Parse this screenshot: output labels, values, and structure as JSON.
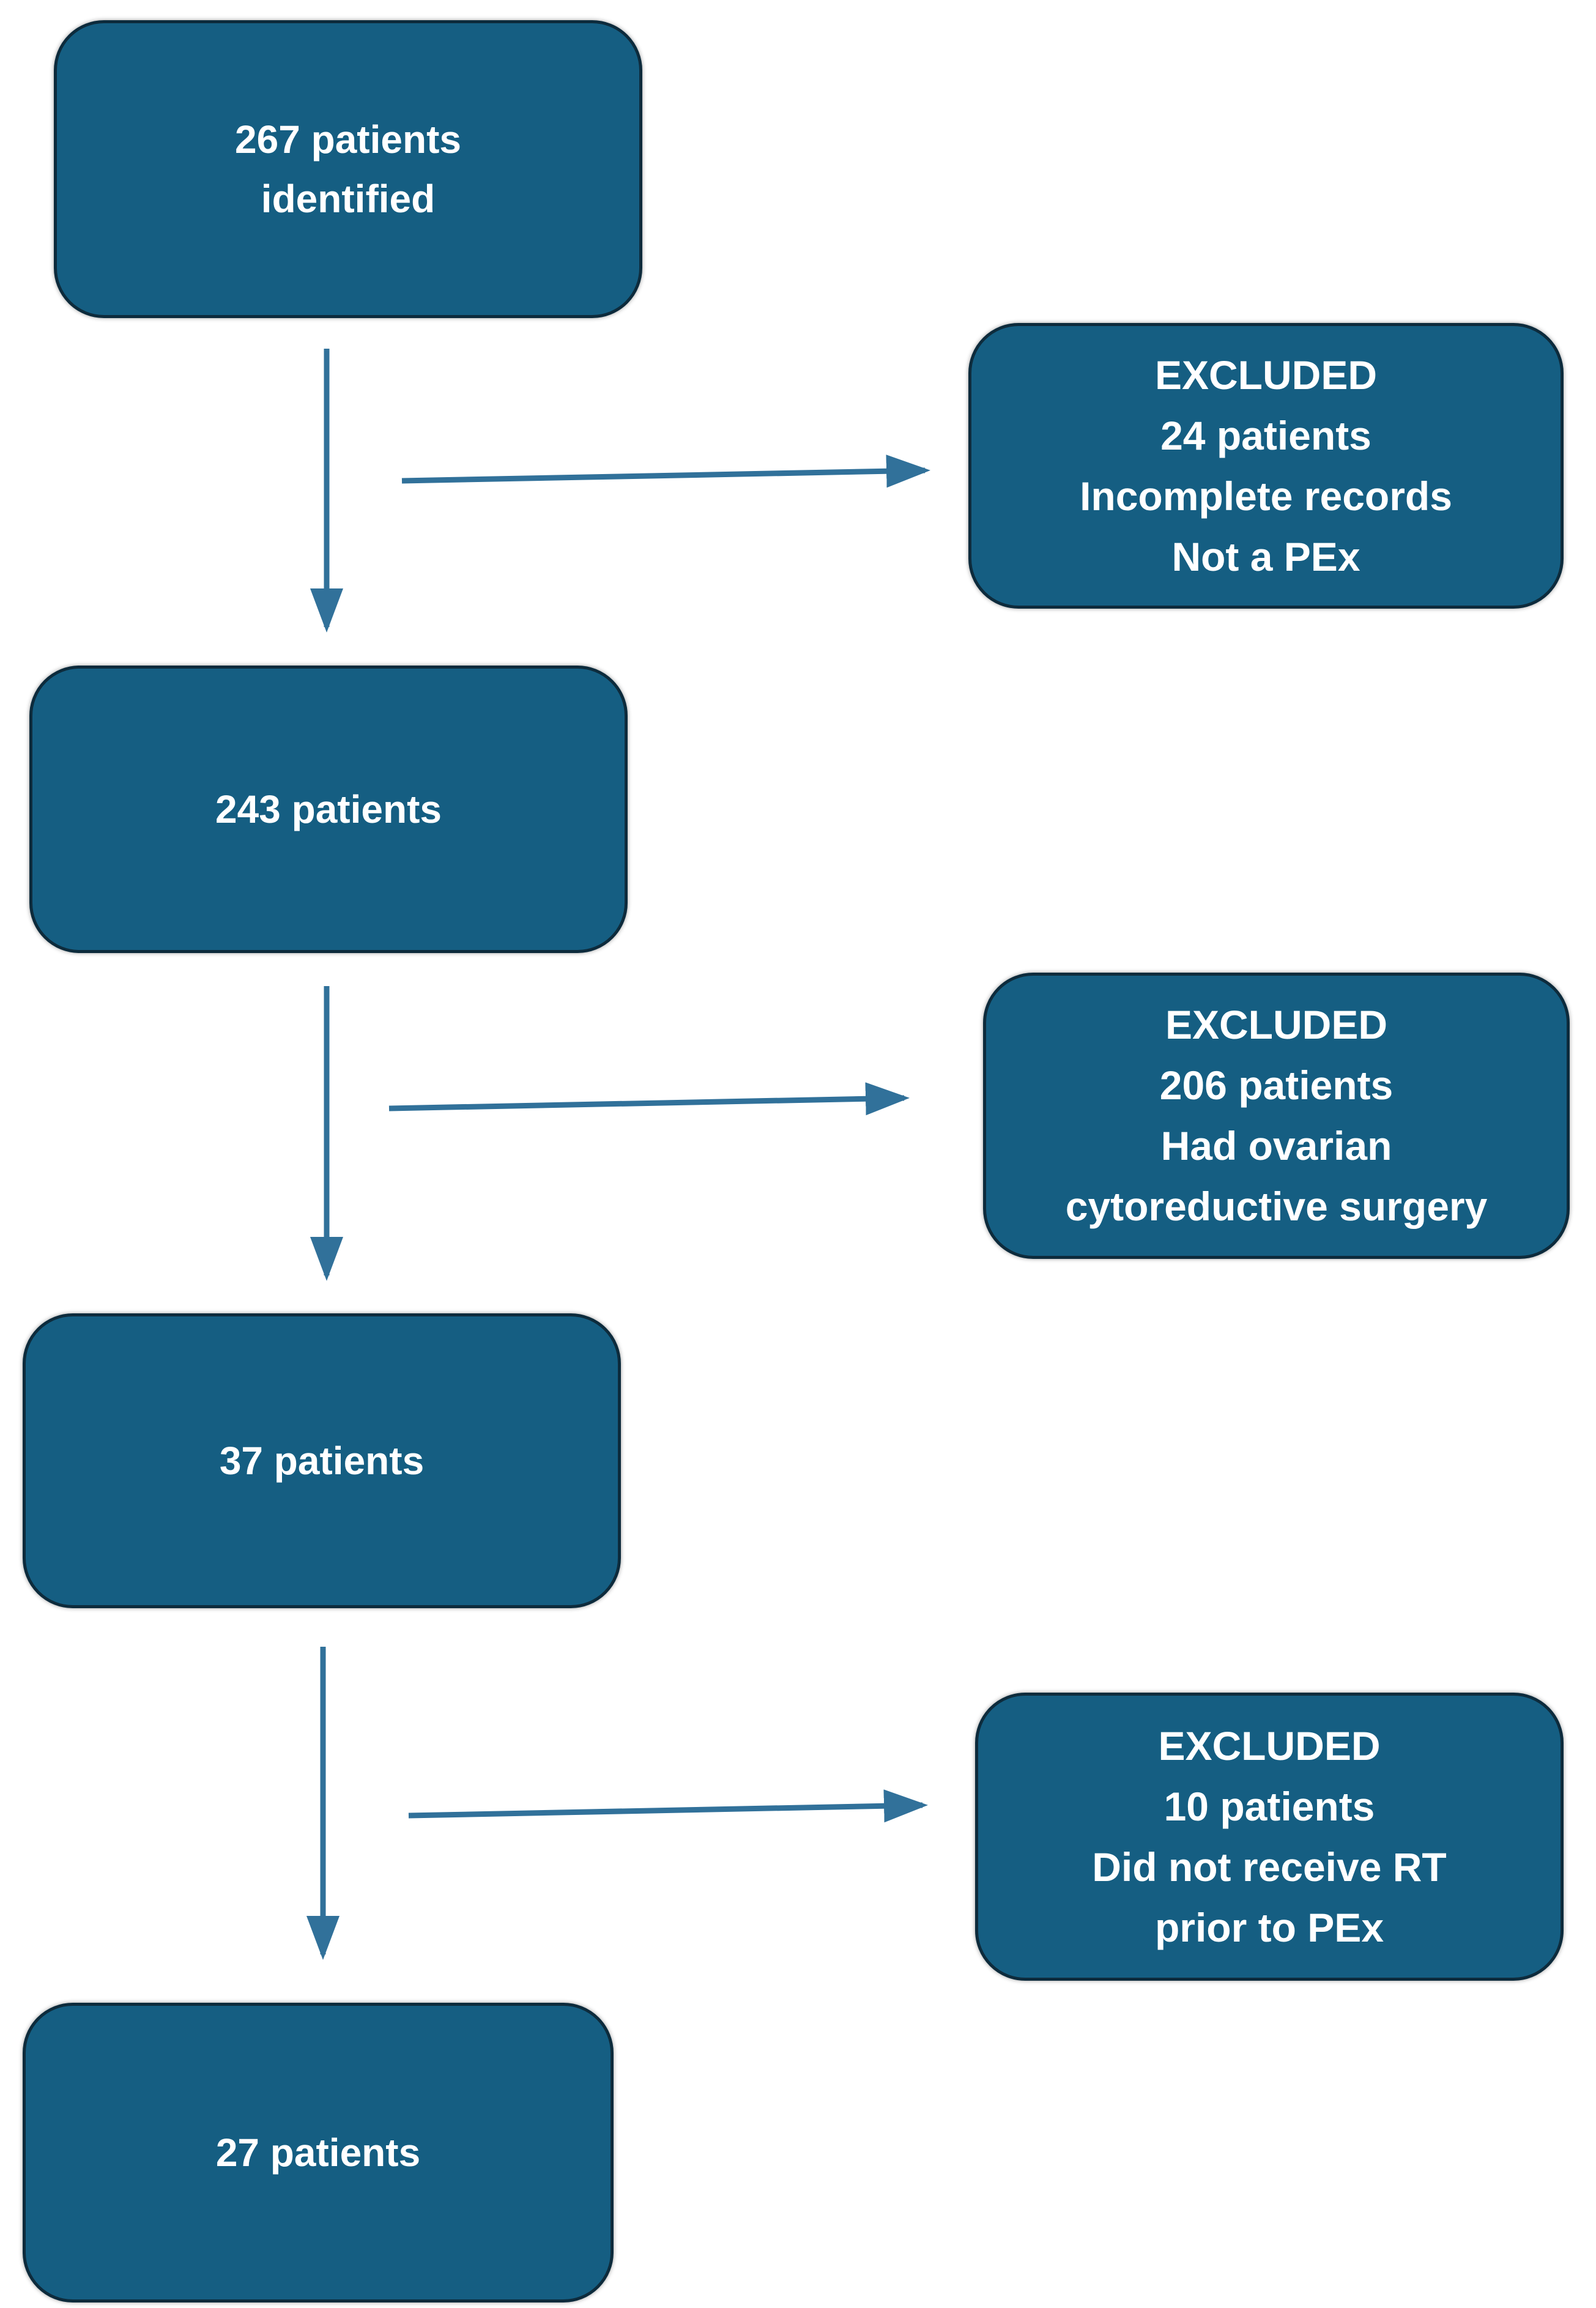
{
  "palette": {
    "box_fill": "#155e82",
    "box_border": "#0d2b3c",
    "arrow": "#31719a",
    "text": "#ffffff",
    "background": "#ffffff"
  },
  "flow": {
    "main_boxes": [
      {
        "id": "box-267",
        "lines": [
          "267 patients",
          "identified"
        ]
      },
      {
        "id": "box-243",
        "lines": [
          "243 patients"
        ]
      },
      {
        "id": "box-37",
        "lines": [
          "37 patients"
        ]
      },
      {
        "id": "box-27",
        "lines": [
          "27 patients"
        ]
      }
    ],
    "excluded_boxes": [
      {
        "id": "excluded-1",
        "lines": [
          "EXCLUDED",
          "24 patients",
          "Incomplete records",
          "Not a PEx"
        ]
      },
      {
        "id": "excluded-2",
        "lines": [
          "EXCLUDED",
          "206 patients",
          "Had ovarian",
          "cytoreductive surgery"
        ]
      },
      {
        "id": "excluded-3",
        "lines": [
          "EXCLUDED",
          "10 patients",
          "Did not receive RT",
          "prior to PEx"
        ]
      }
    ]
  }
}
